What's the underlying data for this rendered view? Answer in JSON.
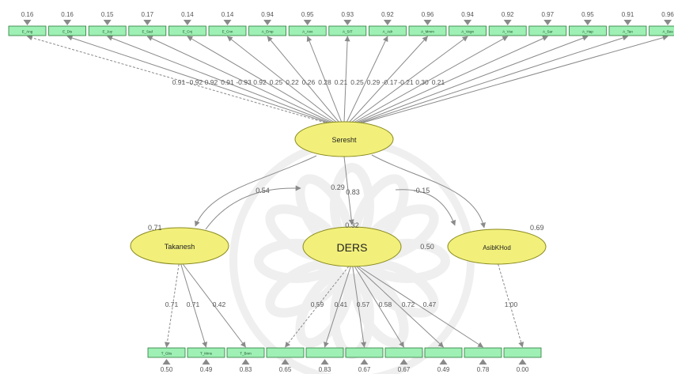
{
  "top_indicators": [
    {
      "label": "E_Ang",
      "error": "0.16",
      "loading": "0.91"
    },
    {
      "label": "E_Dis",
      "error": "0.16",
      "loading": "-0.92"
    },
    {
      "label": "E_Joy",
      "error": "0.15",
      "loading": "0.92"
    },
    {
      "label": "E_Sad",
      "error": "0.17",
      "loading": "0.91"
    },
    {
      "label": "E_Cnj",
      "error": "0.14",
      "loading": "-0.93"
    },
    {
      "label": "E_Cnn",
      "error": "0.14",
      "loading": "0.92"
    },
    {
      "label": "A_Emp",
      "error": "0.94",
      "loading": "0.25"
    },
    {
      "label": "A_Anx",
      "error": "0.95",
      "loading": "0.22"
    },
    {
      "label": "A_SIT",
      "error": "0.93",
      "loading": "0.26"
    },
    {
      "label": "A_Adr",
      "error": "0.92",
      "loading": "0.28"
    },
    {
      "label": "A_Mmm",
      "error": "0.96",
      "loading": "0.21"
    },
    {
      "label": "A_Vegn",
      "error": "0.94",
      "loading": "0.25"
    },
    {
      "label": "A_Vse",
      "error": "0.92",
      "loading": "0.29"
    },
    {
      "label": "A_Sar",
      "error": "0.97",
      "loading": "-0.17"
    },
    {
      "label": "A_Hap",
      "error": "0.95",
      "loading": "-0.21"
    },
    {
      "label": "A_Tan",
      "error": "0.91",
      "loading": "0.30"
    },
    {
      "label": "A_Bas",
      "error": "0.96",
      "loading": "0.21"
    }
  ],
  "latents": {
    "seresht": {
      "label": "Seresht"
    },
    "takanesh": {
      "label": "Takanesh",
      "residual": "0.71"
    },
    "ders": {
      "label": "DERS",
      "residual": "0.32"
    },
    "asib": {
      "label": "AsibKHod",
      "residual": "0.69"
    }
  },
  "paths": {
    "seresht_takanesh": "0.54",
    "seresht_ders": "0.83",
    "seresht_asib": "-0.15",
    "takanesh_ders": "0.29",
    "ders_asib": "0.50"
  },
  "bottom_indicators": [
    {
      "label": "T_Gbs",
      "error": "0.50",
      "loading": "0.71",
      "factor": "takanesh"
    },
    {
      "label": "T_Mms",
      "error": "0.49",
      "loading": "0.71",
      "factor": "takanesh"
    },
    {
      "label": "T_Bnm",
      "error": "0.83",
      "loading": "0.42",
      "factor": "takanesh"
    },
    {
      "label": "",
      "error": "0.65",
      "loading": "0.59",
      "factor": "ders"
    },
    {
      "label": "",
      "error": "0.83",
      "loading": "0.41",
      "factor": "ders"
    },
    {
      "label": "",
      "error": "0.67",
      "loading": "0.57",
      "factor": "ders"
    },
    {
      "label": "",
      "error": "0.67",
      "loading": "0.58",
      "factor": "ders"
    },
    {
      "label": "",
      "error": "0.49",
      "loading": "0.72",
      "factor": "ders"
    },
    {
      "label": "",
      "error": "0.78",
      "loading": "0.47",
      "factor": "ders"
    },
    {
      "label": "",
      "error": "0.00",
      "loading": "1.00",
      "factor": "asib"
    }
  ],
  "colors": {
    "indicator_fill": "#9ef0b4",
    "indicator_stroke": "#2a7a3a",
    "latent_fill": "#f2f07a",
    "latent_stroke": "#8a8a20",
    "arrow": "#8a8a8a",
    "watermark": "#e6e6e6"
  }
}
